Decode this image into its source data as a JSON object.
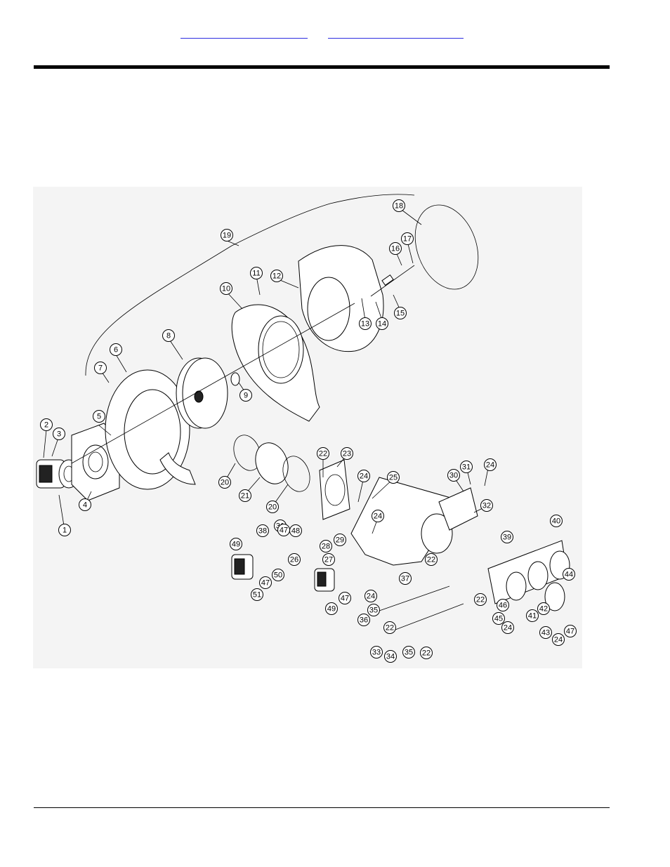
{
  "header": {
    "links": [
      {
        "label": ""
      },
      {
        "label": ""
      }
    ]
  },
  "diagram": {
    "callouts": [
      "1",
      "2",
      "3",
      "4",
      "5",
      "6",
      "7",
      "8",
      "9",
      "10",
      "11",
      "12",
      "13",
      "14",
      "15",
      "16",
      "17",
      "18",
      "19",
      "20",
      "20",
      "21",
      "22",
      "22",
      "22",
      "22",
      "22",
      "23",
      "24",
      "24",
      "24",
      "24",
      "24",
      "24",
      "25",
      "26",
      "27",
      "28",
      "29",
      "30",
      "31",
      "31",
      "32",
      "33",
      "34",
      "35",
      "35",
      "36",
      "37",
      "38",
      "39",
      "40",
      "41",
      "42",
      "43",
      "44",
      "45",
      "46",
      "47",
      "47",
      "47",
      "47",
      "48",
      "49",
      "49",
      "50",
      "51"
    ]
  },
  "colors": {
    "link": "#2d2de0",
    "rule": "#000000",
    "panel": "#f4f4f4"
  }
}
